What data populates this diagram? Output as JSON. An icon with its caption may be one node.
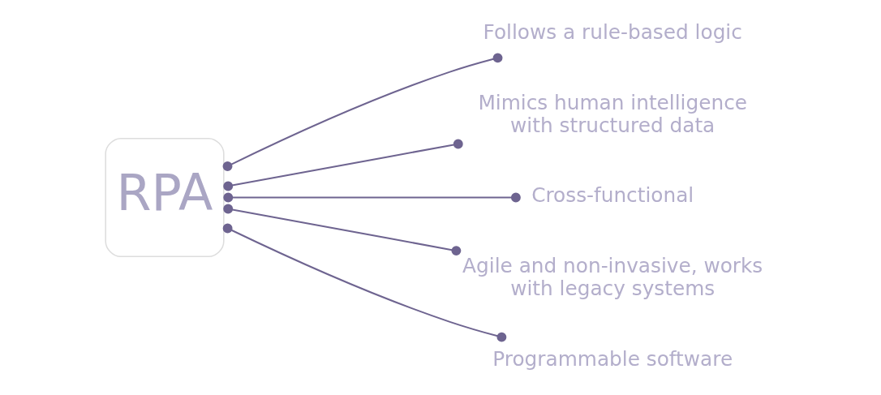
{
  "diagram": {
    "nodes": [
      {
        "text": [
          "RPA"
        ]
      },
      {
        "text": [
          "Follows a rule-based logic"
        ]
      },
      {
        "text": [
          "Mimics human intelligence  with structured data"
        ]
      },
      {
        "text": [
          "Cross-functional"
        ]
      },
      {
        "text": [
          "Agile and non-invasive, works with legacy systems"
        ]
      },
      {
        "text": [
          "Programmable software"
        ]
      }
    ],
    "edges": [
      {
        "from": 0,
        "to": 1,
        "arrow": "other"
      },
      {
        "from": 0,
        "to": 2,
        "arrow": "other"
      },
      {
        "from": 0,
        "to": 3,
        "arrow": "other"
      },
      {
        "from": 0,
        "to": 4,
        "arrow": "other"
      },
      {
        "from": 0,
        "to": 5,
        "arrow": "other"
      }
    ]
  }
}
